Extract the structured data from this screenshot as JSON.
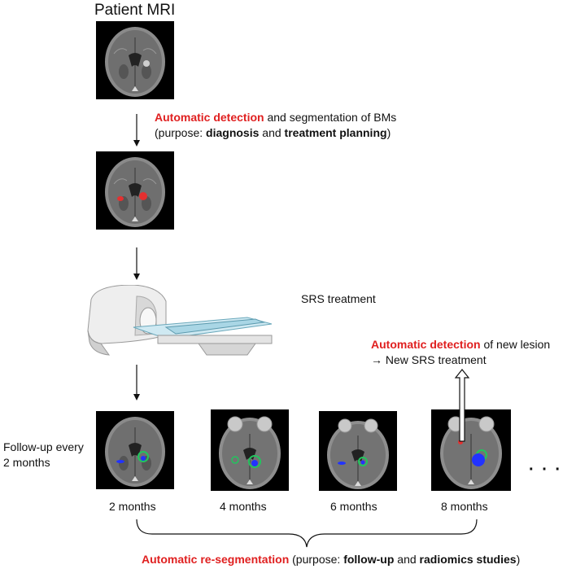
{
  "title": "Patient MRI",
  "step1": {
    "highlight": "Automatic detection",
    "rest": " and segmentation of BMs",
    "line2_a": "(purpose: ",
    "line2_b": "diagnosis",
    "line2_c": " and ",
    "line2_d": "treatment planning",
    "line2_e": ")"
  },
  "treatment_label": "SRS treatment",
  "new_lesion": {
    "highlight": "Automatic detection",
    "rest": " of new lesion",
    "line2": "→ New SRS treatment"
  },
  "followup": {
    "line1": "Follow-up every",
    "line2": "2 months"
  },
  "timepoints": [
    "2 months",
    "4 months",
    "6 months",
    "8 months"
  ],
  "ellipsis": "· · ·",
  "bottom": {
    "highlight": "Automatic re-segmentation",
    "a": " (purpose: ",
    "b": "follow-up",
    "c": " and ",
    "d": "radiomics studies",
    "e": ")"
  },
  "colors": {
    "accent_red": "#e02020",
    "segmentation_green": "#22c55e",
    "segmentation_blue": "#2233ff",
    "lesion_red": "#e53030"
  }
}
